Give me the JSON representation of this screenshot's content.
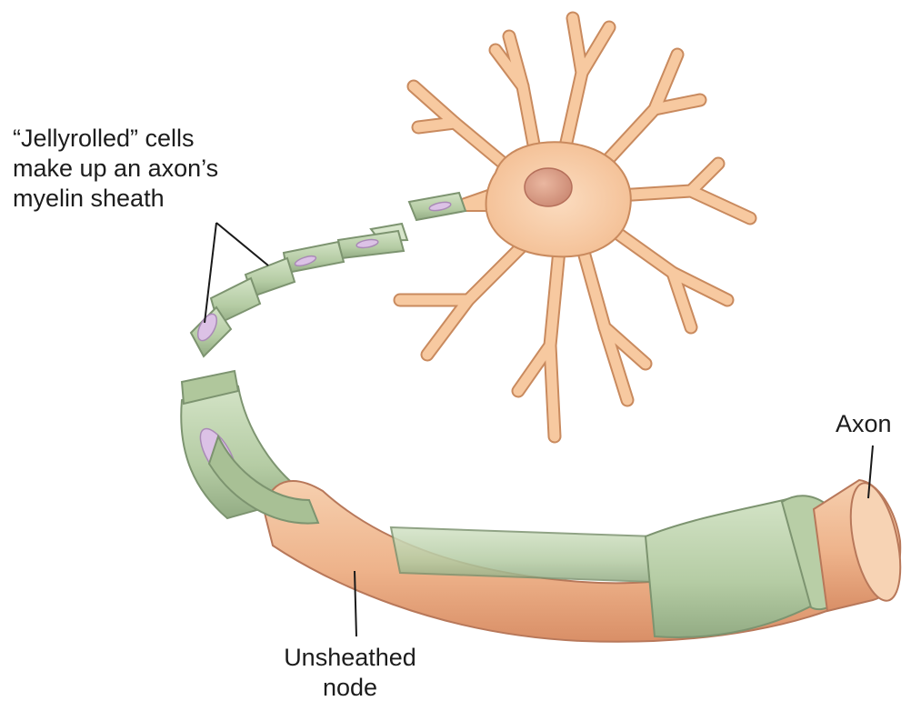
{
  "labels": {
    "myelin_sheath": [
      "“Jellyrolled” cells",
      "make up an axon’s",
      "myelin sheath"
    ],
    "axon": "Axon",
    "unsheathed_node": [
      "Unsheathed",
      "node"
    ]
  },
  "colors": {
    "neuron_body": "#f7c9a0",
    "neuron_outline": "#c98a5e",
    "nucleus": "#dc9e86",
    "myelin": "#bdd3ad",
    "myelin_dark": "#8ea47f",
    "axon": "#eeb38b",
    "schwann_nucleus": "#d6b8de",
    "leader_line": "#1a1a1a"
  }
}
